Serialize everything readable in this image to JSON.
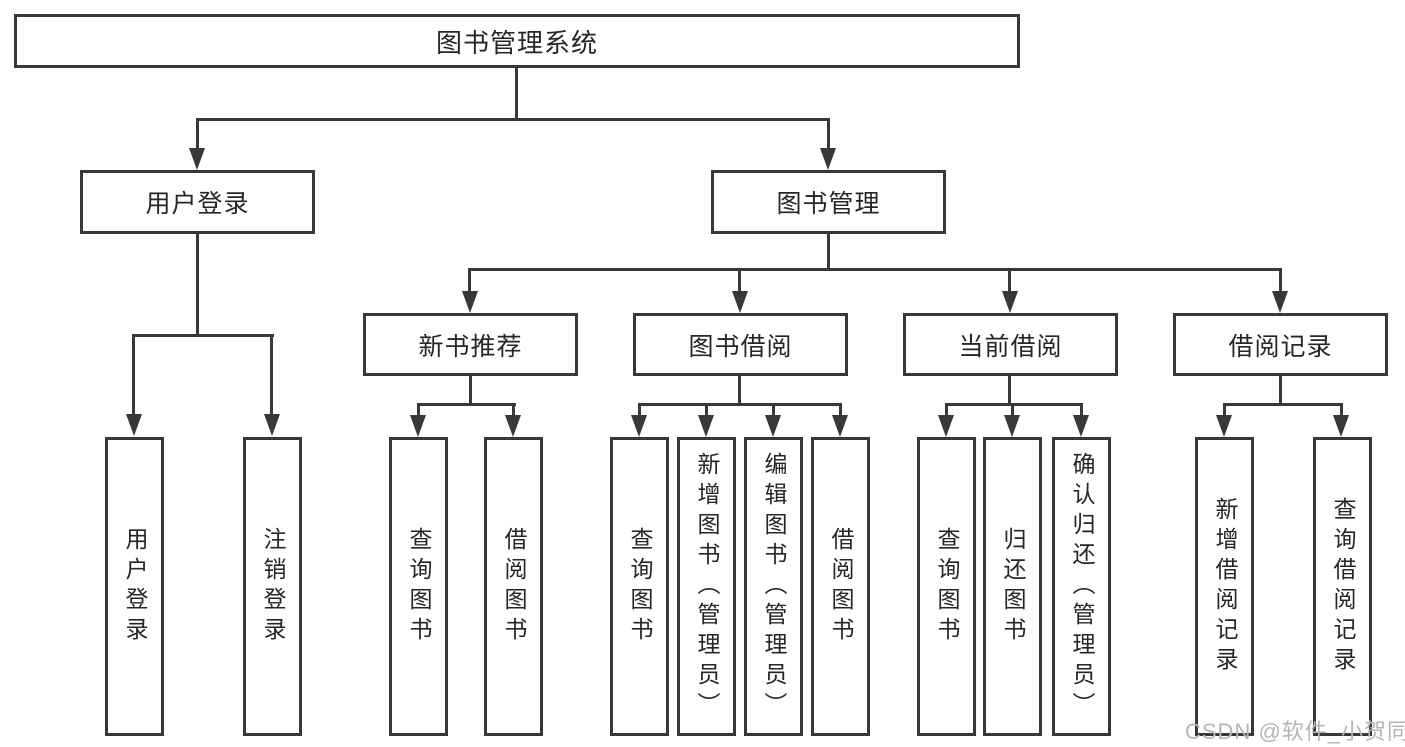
{
  "diagram_title": "图书管理系统",
  "tree": {
    "root": {
      "label": "图书管理系统"
    },
    "branches": [
      {
        "label": "用户登录",
        "leaves": [
          {
            "label": "用户登录"
          },
          {
            "label": "注销登录"
          }
        ]
      },
      {
        "label": "图书管理",
        "groups": [
          {
            "label": "新书推荐",
            "leaves": [
              {
                "label": "查询图书"
              },
              {
                "label": "借阅图书"
              }
            ]
          },
          {
            "label": "图书借阅",
            "leaves": [
              {
                "label": "查询图书"
              },
              {
                "label": "新增图书（管理员）"
              },
              {
                "label": "编辑图书（管理员）"
              },
              {
                "label": "借阅图书"
              }
            ]
          },
          {
            "label": "当前借阅",
            "leaves": [
              {
                "label": "查询图书"
              },
              {
                "label": "归还图书"
              },
              {
                "label": "确认归还（管理员）"
              }
            ]
          },
          {
            "label": "借阅记录",
            "leaves": [
              {
                "label": "新增借阅记录"
              },
              {
                "label": "查询借阅记录"
              }
            ]
          }
        ]
      }
    ]
  },
  "watermark": "CSDN @软件_小贺同学",
  "colors": {
    "line": "#383838",
    "text": "#262626",
    "background": "#ffffff",
    "watermark": "#b5b5b5"
  }
}
